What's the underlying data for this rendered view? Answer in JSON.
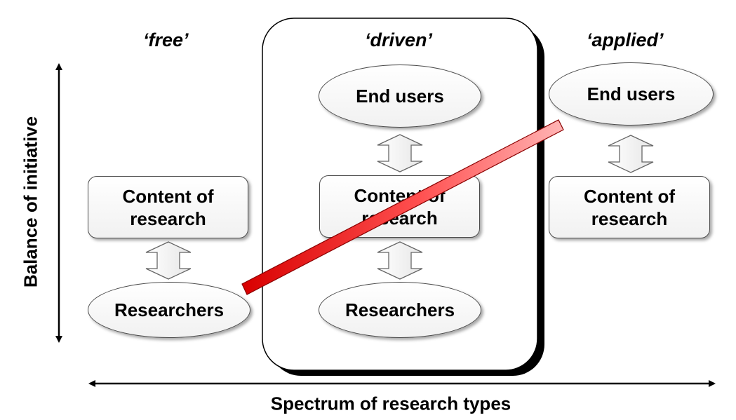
{
  "headers": {
    "free": "‘free’",
    "driven": "‘driven’",
    "applied": "‘applied’"
  },
  "free": {
    "content": "Content of\nresearch",
    "researchers": "Researchers"
  },
  "driven": {
    "end_users": "End users",
    "content": "Content of\nresearch",
    "researchers": "Researchers"
  },
  "applied": {
    "end_users": "End users",
    "content": "Content of\nresearch"
  },
  "axes": {
    "y_label": "Balance of initiative",
    "x_label": "Spectrum of research types"
  },
  "colors": {
    "trend_bar": "#e01010",
    "frame": "#000000",
    "node_border": "#4a4a4a"
  }
}
